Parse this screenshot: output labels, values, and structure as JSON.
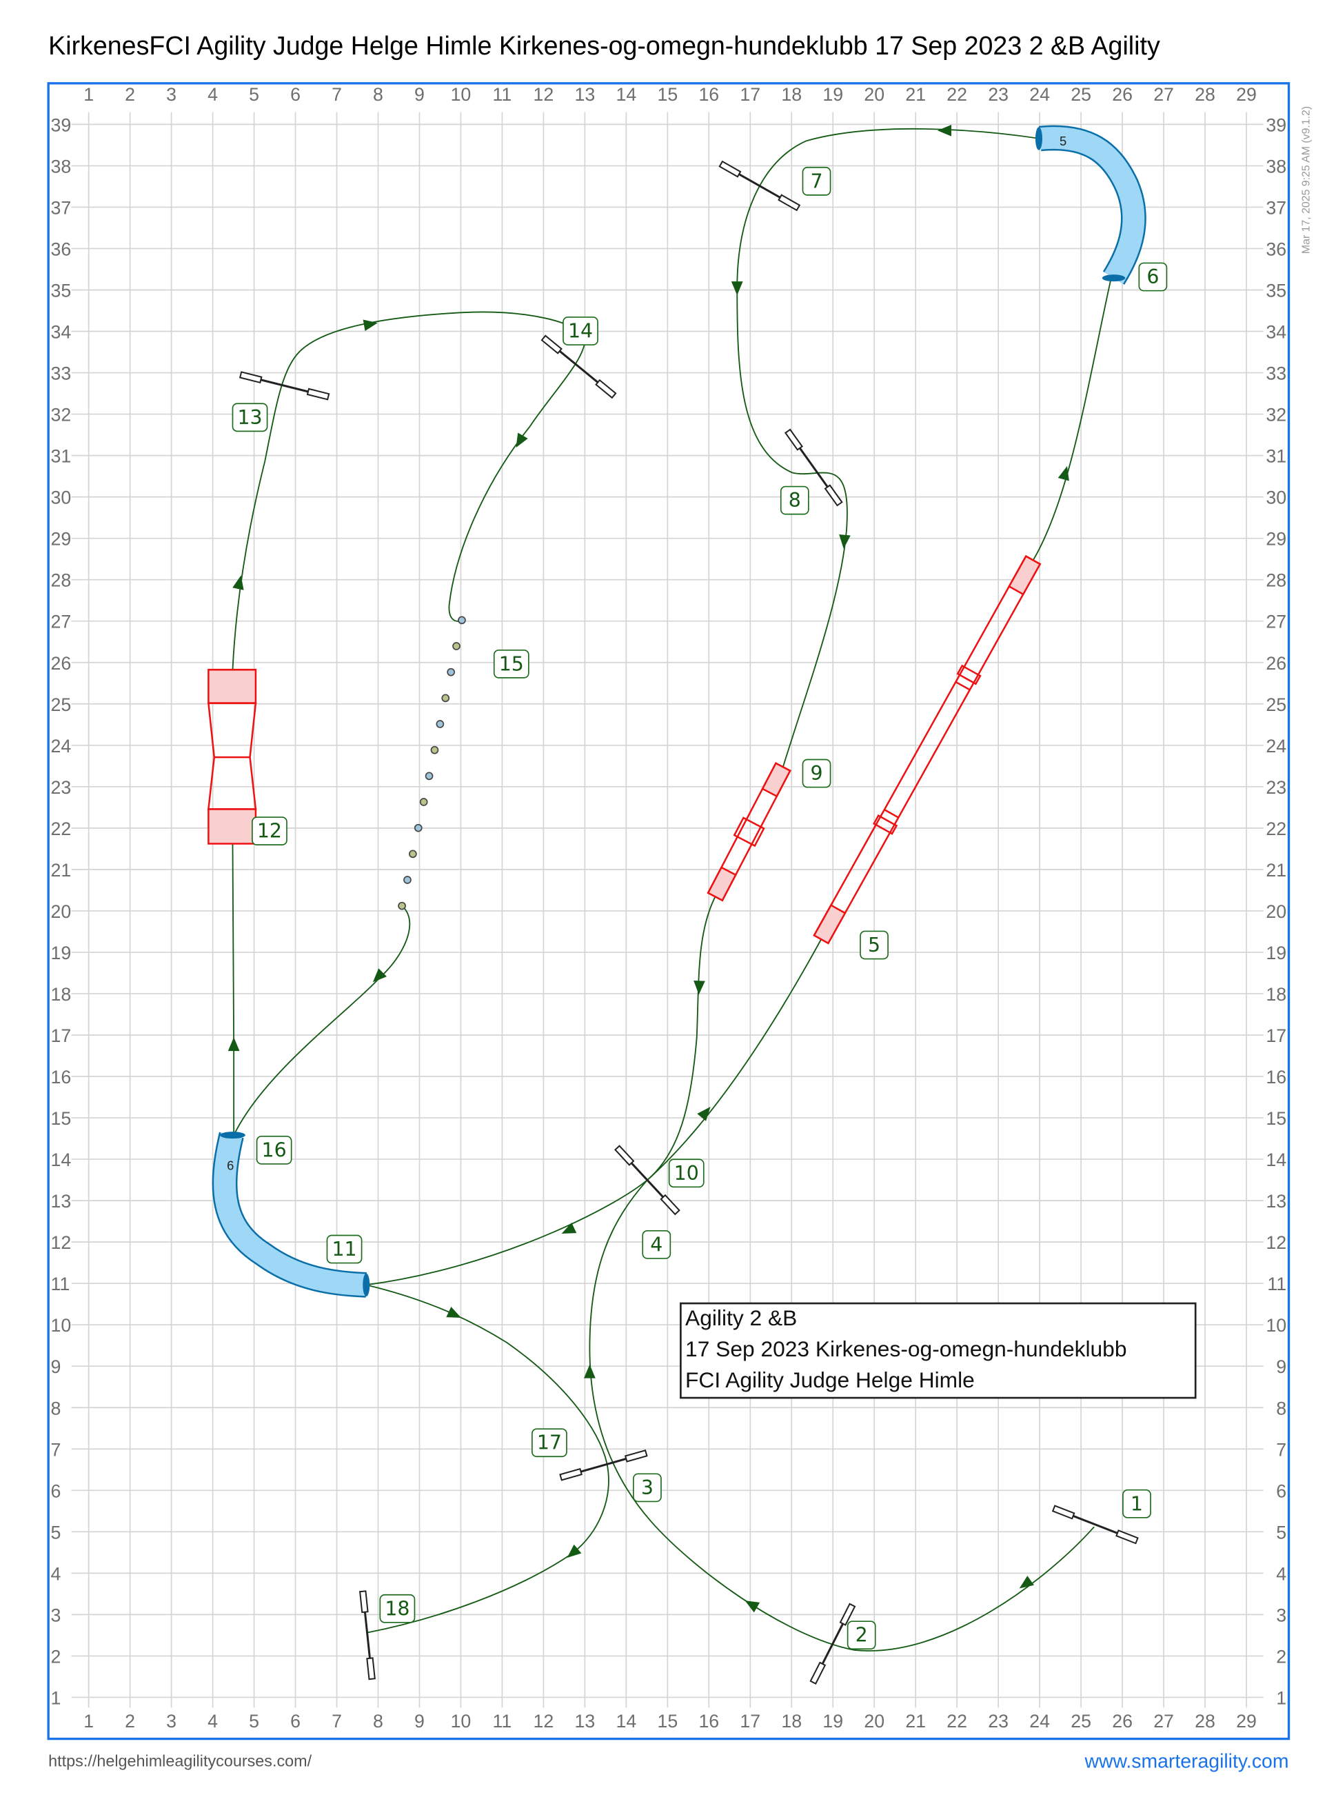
{
  "title": "KirkenesFCI Agility Judge Helge Himle Kirkenes-og-omegn-hundeklubb 17 Sep 2023 2 &B Agility",
  "timestamp": "Mar 17, 2025 9:25 AM  (v9.1.2)",
  "x_labels": [
    "1",
    "2",
    "3",
    "4",
    "5",
    "6",
    "7",
    "8",
    "9",
    "10",
    "11",
    "12",
    "13",
    "14",
    "15",
    "16",
    "17",
    "18",
    "19",
    "20",
    "21",
    "22",
    "23",
    "24",
    "25",
    "26",
    "27",
    "28",
    "29"
  ],
  "y_labels": [
    "1",
    "2",
    "3",
    "4",
    "5",
    "6",
    "7",
    "8",
    "9",
    "10",
    "11",
    "12",
    "13",
    "14",
    "15",
    "16",
    "17",
    "18",
    "19",
    "20",
    "21",
    "22",
    "23",
    "24",
    "25",
    "26",
    "27",
    "28",
    "29",
    "30",
    "31",
    "32",
    "33",
    "34",
    "35",
    "36",
    "37",
    "38",
    "39"
  ],
  "obstacle_numbers": {
    "n1": "1",
    "n2": "2",
    "n3": "3",
    "n4": "4",
    "n5": "5",
    "n6": "6",
    "n7": "7",
    "n8": "8",
    "n9": "9",
    "n10": "10",
    "n11": "11",
    "n12": "12",
    "n13": "13",
    "n14": "14",
    "n15": "15",
    "n16": "16",
    "n17": "17",
    "n18": "18"
  },
  "tunnels": {
    "top_tunnel_number": "5",
    "left_tunnel_number": "6"
  },
  "info_box": {
    "line1": "Agility 2 &B",
    "line2": "17 Sep 2023 Kirkenes-og-omegn-hundeklubb",
    "line3": "FCI Agility Judge Helge Himle"
  },
  "footer": {
    "left_url": "https://helgehimleagilitycourses.com/",
    "right_link": "www.smarteragility.com"
  },
  "colors": {
    "frame": "#1a73e8",
    "path": "#145a14",
    "contact": "#ee1111",
    "tunnel": "#9fd8f7"
  }
}
